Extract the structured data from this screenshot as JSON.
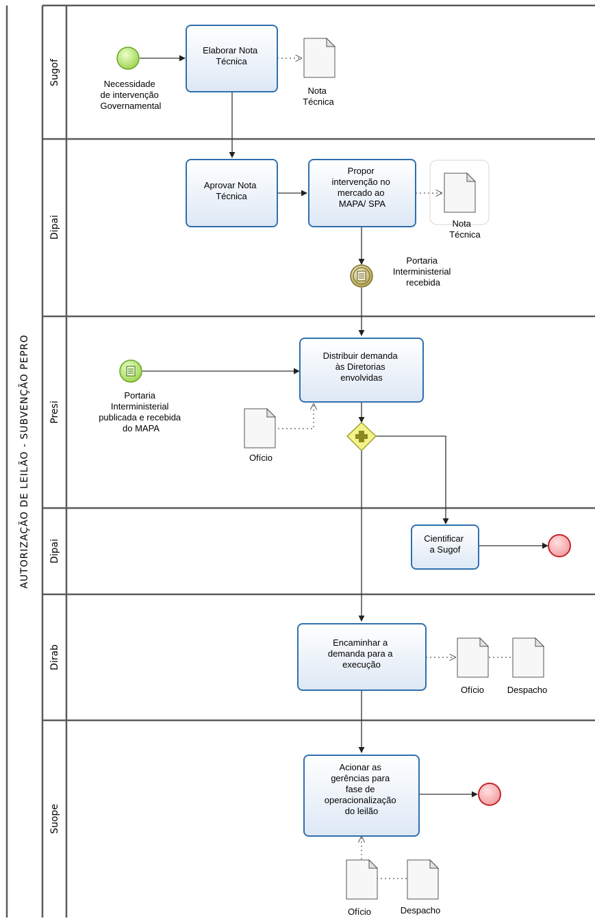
{
  "pool": {
    "title": "AUTORIZAÇÃO DE LEILÃO - SUBVENÇÃO PEPRO"
  },
  "lanes": [
    {
      "name": "Sugof"
    },
    {
      "name": "Dipai"
    },
    {
      "name": "Presi"
    },
    {
      "name": "Dipai"
    },
    {
      "name": "Dirab"
    },
    {
      "name": "Suope"
    }
  ],
  "tasks": {
    "elaborar": [
      "Elaborar Nota",
      "Técnica"
    ],
    "aprovar": [
      "Aprovar Nota",
      "Técnica"
    ],
    "propor": [
      "Propor",
      "intervenção no",
      "mercado ao",
      "MAPA/ SPA"
    ],
    "distribuir": [
      "Distribuir demanda",
      "às Diretorias",
      "envolvidas"
    ],
    "cientificar": [
      "Cientificar",
      "a Sugof"
    ],
    "encaminhar": [
      "Encaminhar a",
      "demanda para a",
      "execução"
    ],
    "acionar": [
      "Acionar as",
      "gerências para",
      "fase de",
      "operacionalização",
      "do leilão"
    ]
  },
  "events": {
    "start_necessidade": [
      "Necessidade",
      "de intervenção",
      "Governamental"
    ],
    "intermediate_portaria": [
      "Portaria",
      "Interministerial",
      "recebida"
    ],
    "start_portaria_publicada": [
      "Portaria",
      "Interministerial",
      "publicada e recebida",
      "do MAPA"
    ]
  },
  "documents": {
    "nota_tecnica_1": [
      "Nota",
      "Técnica"
    ],
    "nota_tecnica_2": [
      "Nota",
      "Técnica"
    ],
    "oficio_presi": "Ofício",
    "oficio_dirab": "Ofício",
    "despacho_dirab": "Despacho",
    "oficio_suope": "Ofício",
    "despacho_suope": "Despacho"
  },
  "colors": {
    "task_border": "#2e6fae",
    "task_fill_top": "#ffffff",
    "task_fill_bottom": "#dde8f5",
    "start_event": "#9bd34c",
    "end_event": "#e0474c",
    "intermediate_event": "#b5a650",
    "gateway": "#e8e85a"
  }
}
